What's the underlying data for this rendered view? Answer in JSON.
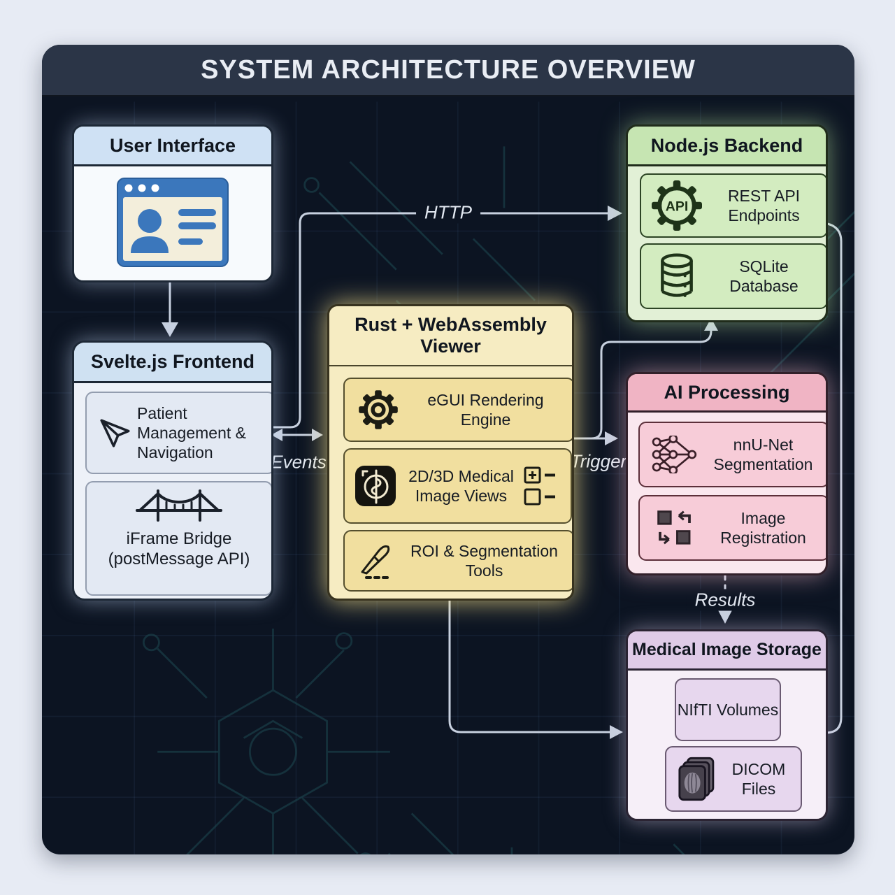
{
  "title": "SYSTEM ARCHITECTURE OVERVIEW",
  "colors": {
    "outer_bg": "#e7ebf4",
    "panel_bg": "#0c1422",
    "header_bar": "#2b3547",
    "arrow": "#c7d0df",
    "blue_header": "#cfe1f4",
    "green_header": "#c6e5b2",
    "yellow_box": "#f6ecc2",
    "pink_header": "#f0b4c4",
    "purple_header": "#dfcbe7",
    "icon_blue": "#3b77bc"
  },
  "edges": {
    "http": "HTTP",
    "events": "Events",
    "trigger": "Trigger",
    "results": "Results"
  },
  "boxes": {
    "user_interface": {
      "title": "User Interface",
      "icon": "browser-user-icon"
    },
    "svelte_frontend": {
      "title": "Svelte.js Frontend",
      "items": [
        {
          "label": "Patient Management & Navigation",
          "icon": "paper-plane-icon"
        },
        {
          "label": "iFrame Bridge (postMessage API)",
          "icon": "bridge-icon"
        }
      ]
    },
    "rust_viewer": {
      "title": "Rust + WebAssembly Viewer",
      "items": [
        {
          "label": "eGUI Rendering Engine",
          "icon": "gear-icon"
        },
        {
          "label": "2D/3D Medical Image Views",
          "icon": "medical-scan-icon",
          "side_icons": "zoom-plus-minus-icons"
        },
        {
          "label": "ROI & Segmentation Tools",
          "icon": "scalpel-icon"
        }
      ]
    },
    "node_backend": {
      "title": "Node.js Backend",
      "items": [
        {
          "label": "REST API Endpoints",
          "icon": "api-gear-icon",
          "icon_text": "API"
        },
        {
          "label": "SQLite Database",
          "icon": "database-icon"
        }
      ]
    },
    "ai_processing": {
      "title": "AI Processing",
      "items": [
        {
          "label": "nnU-Net Segmentation",
          "icon": "neural-network-icon"
        },
        {
          "label": "Image Registration",
          "icon": "image-registration-icon"
        }
      ]
    },
    "storage": {
      "title": "Medical Image Storage",
      "items": [
        {
          "label": "NIfTI Volumes"
        },
        {
          "label": "DICOM Files",
          "icon": "dicom-files-icon"
        }
      ]
    }
  }
}
